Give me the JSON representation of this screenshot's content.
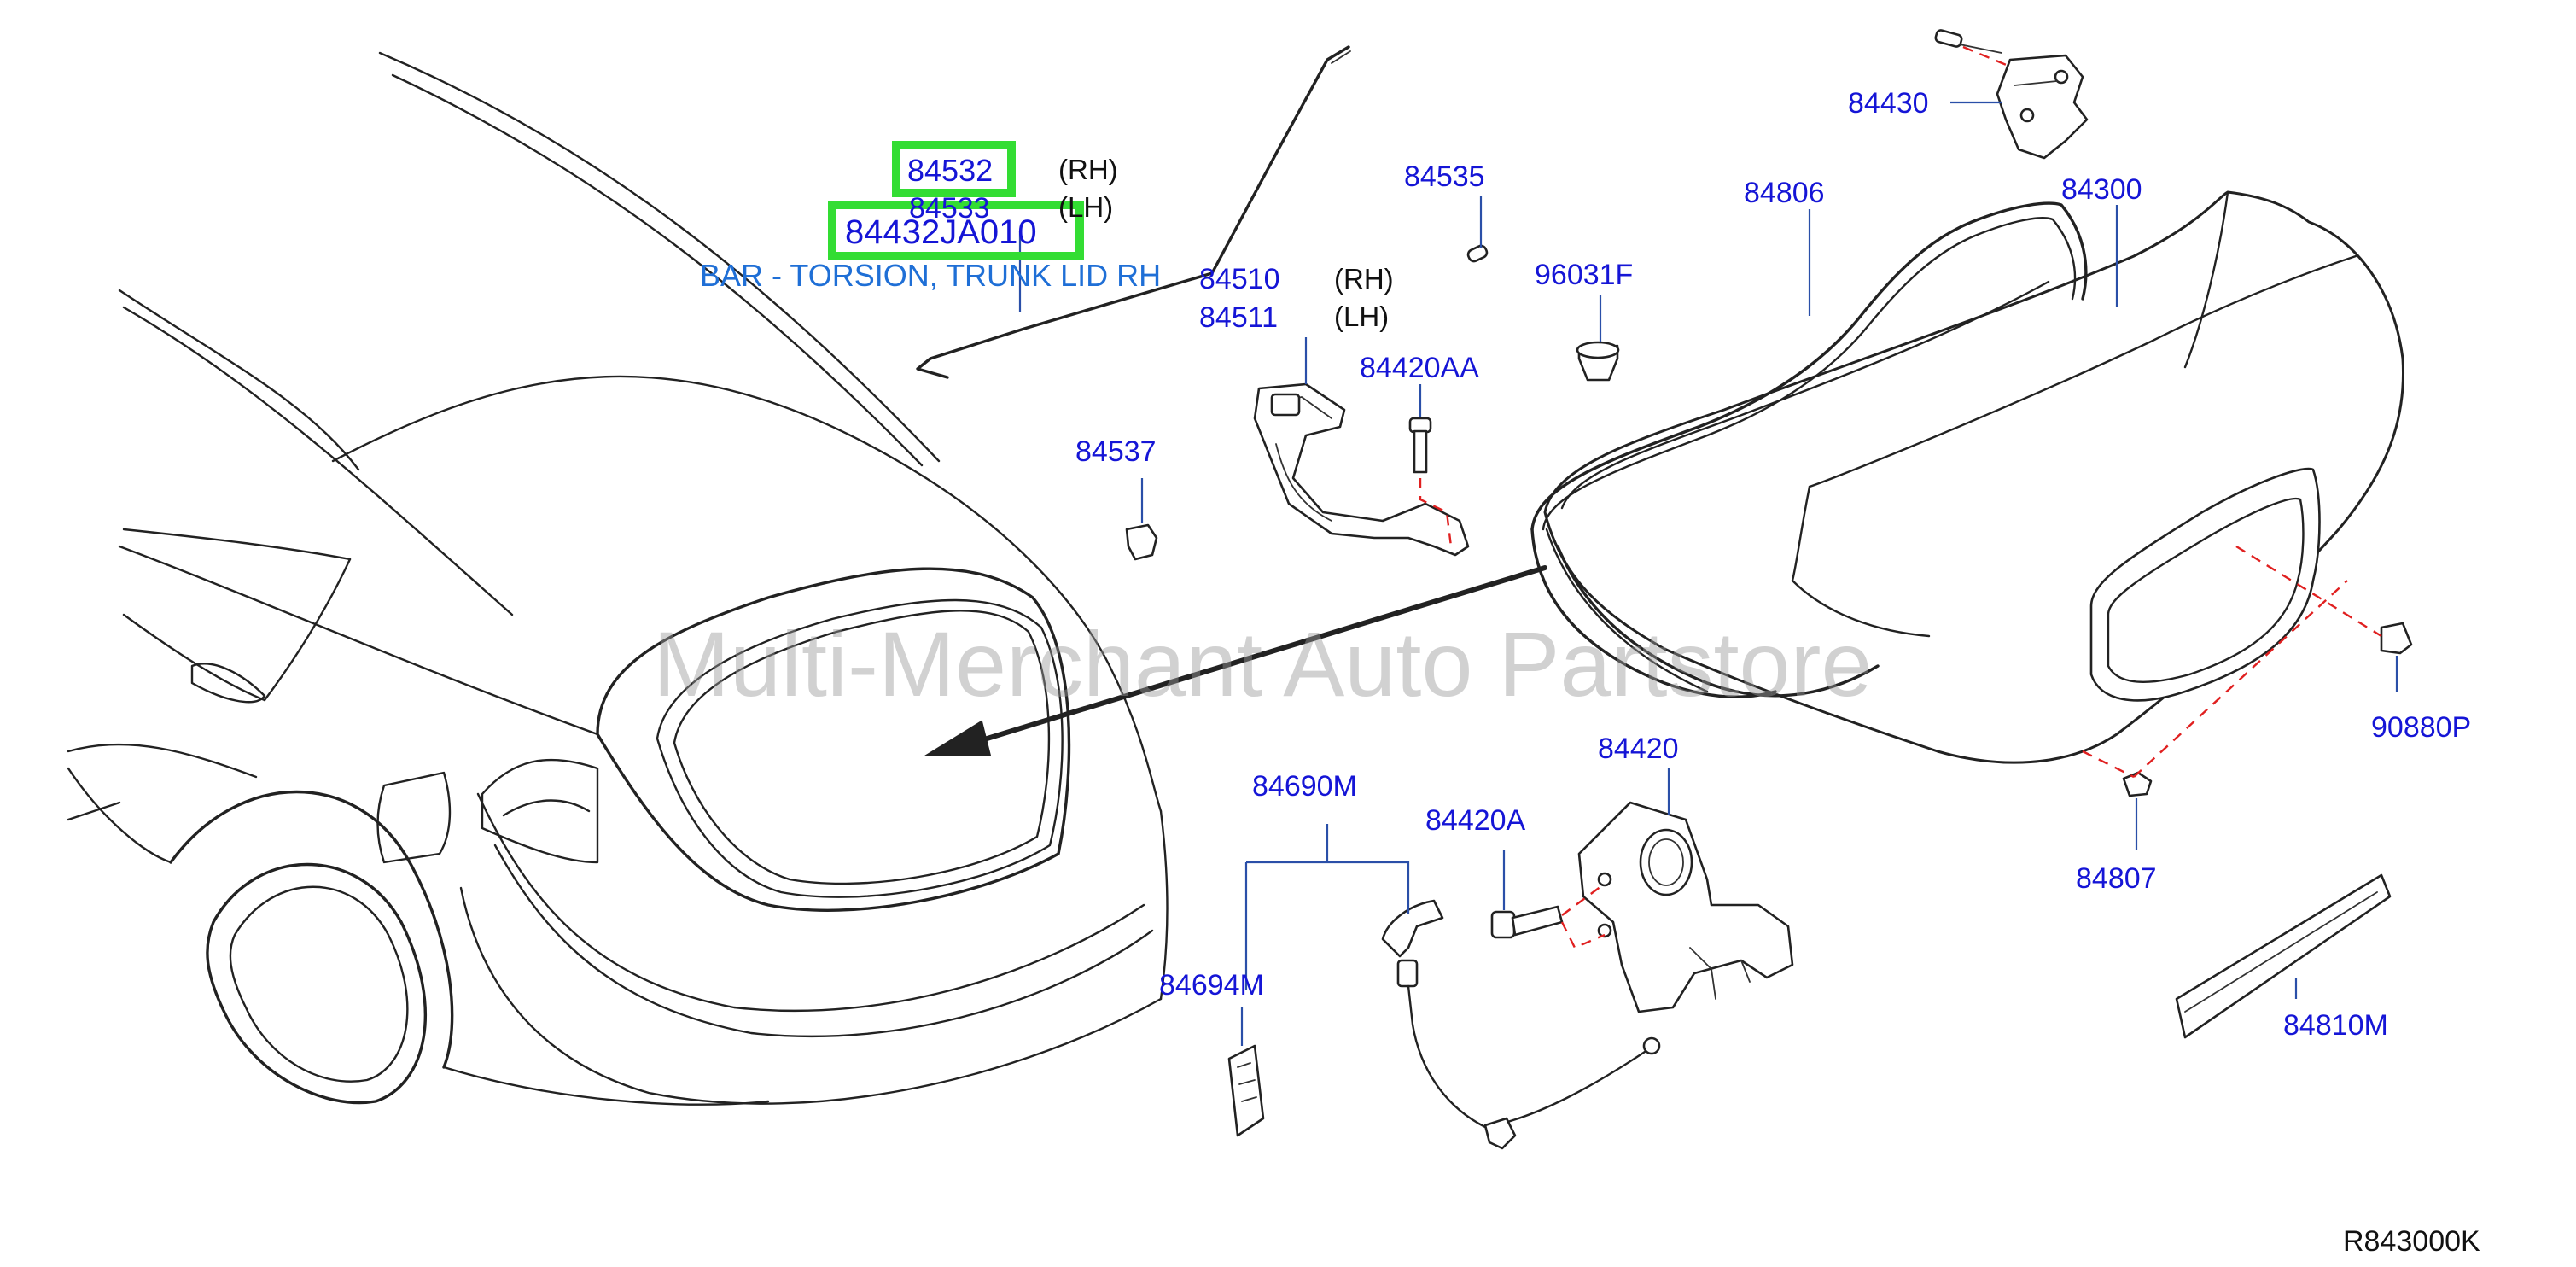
{
  "watermark": "Multi-Merchant Auto Partstore",
  "diagram_ref": "R843000K",
  "highlight": {
    "primary_part": "84532",
    "secondary_part": "84432JA010",
    "description": "BAR - TORSION, TRUNK LID RH",
    "color": "#33dd33"
  },
  "labels": {
    "p84533": "84533",
    "p84535": "84535",
    "p84510": "84510",
    "p84511": "84511",
    "p96031F": "96031F",
    "p84420AA": "84420AA",
    "p84537": "84537",
    "p84430": "84430",
    "p84806": "84806",
    "p84300": "84300",
    "p90880P": "90880P",
    "p84807": "84807",
    "p84690M": "84690M",
    "p84420A": "84420A",
    "p84420": "84420",
    "p84694M": "84694M",
    "p84810M": "84810M"
  },
  "sides": {
    "rh": "(RH)",
    "lh": "(LH)"
  },
  "colors": {
    "part_number": "#1515d6",
    "description": "#1f6fd6",
    "dashed_guides": "#e02020",
    "line_art": "#222222"
  }
}
